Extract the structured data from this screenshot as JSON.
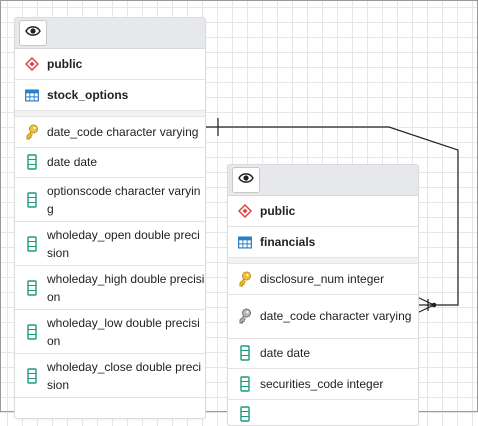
{
  "tables": [
    {
      "schema": "public",
      "name": "stock_options",
      "columns": [
        {
          "text": "date_code character varying",
          "icon": "primary-key-icon"
        },
        {
          "text": "date date",
          "icon": "column-icon"
        },
        {
          "text": "optionscode character varying",
          "icon": "column-icon"
        },
        {
          "text": "wholeday_open double precision",
          "icon": "column-icon"
        },
        {
          "text": "wholeday_high double precision",
          "icon": "column-icon"
        },
        {
          "text": "wholeday_low double precision",
          "icon": "column-icon"
        },
        {
          "text": "wholeday_close double precision",
          "icon": "column-icon"
        }
      ]
    },
    {
      "schema": "public",
      "name": "financials",
      "columns": [
        {
          "text": "disclosure_num integer",
          "icon": "primary-key-icon"
        },
        {
          "text": "date_code character varying",
          "icon": "foreign-key-icon"
        },
        {
          "text": "date date",
          "icon": "column-icon"
        },
        {
          "text": "securities_code integer",
          "icon": "column-icon"
        }
      ]
    }
  ],
  "colors": {
    "schema_icon": "#e0433b",
    "table_icon": "#2c7ec9",
    "primary_key": "#e2a91a",
    "foreign_key": "#8a8a8a",
    "column_icon": "#1b9a7b",
    "edge": "#222222"
  }
}
